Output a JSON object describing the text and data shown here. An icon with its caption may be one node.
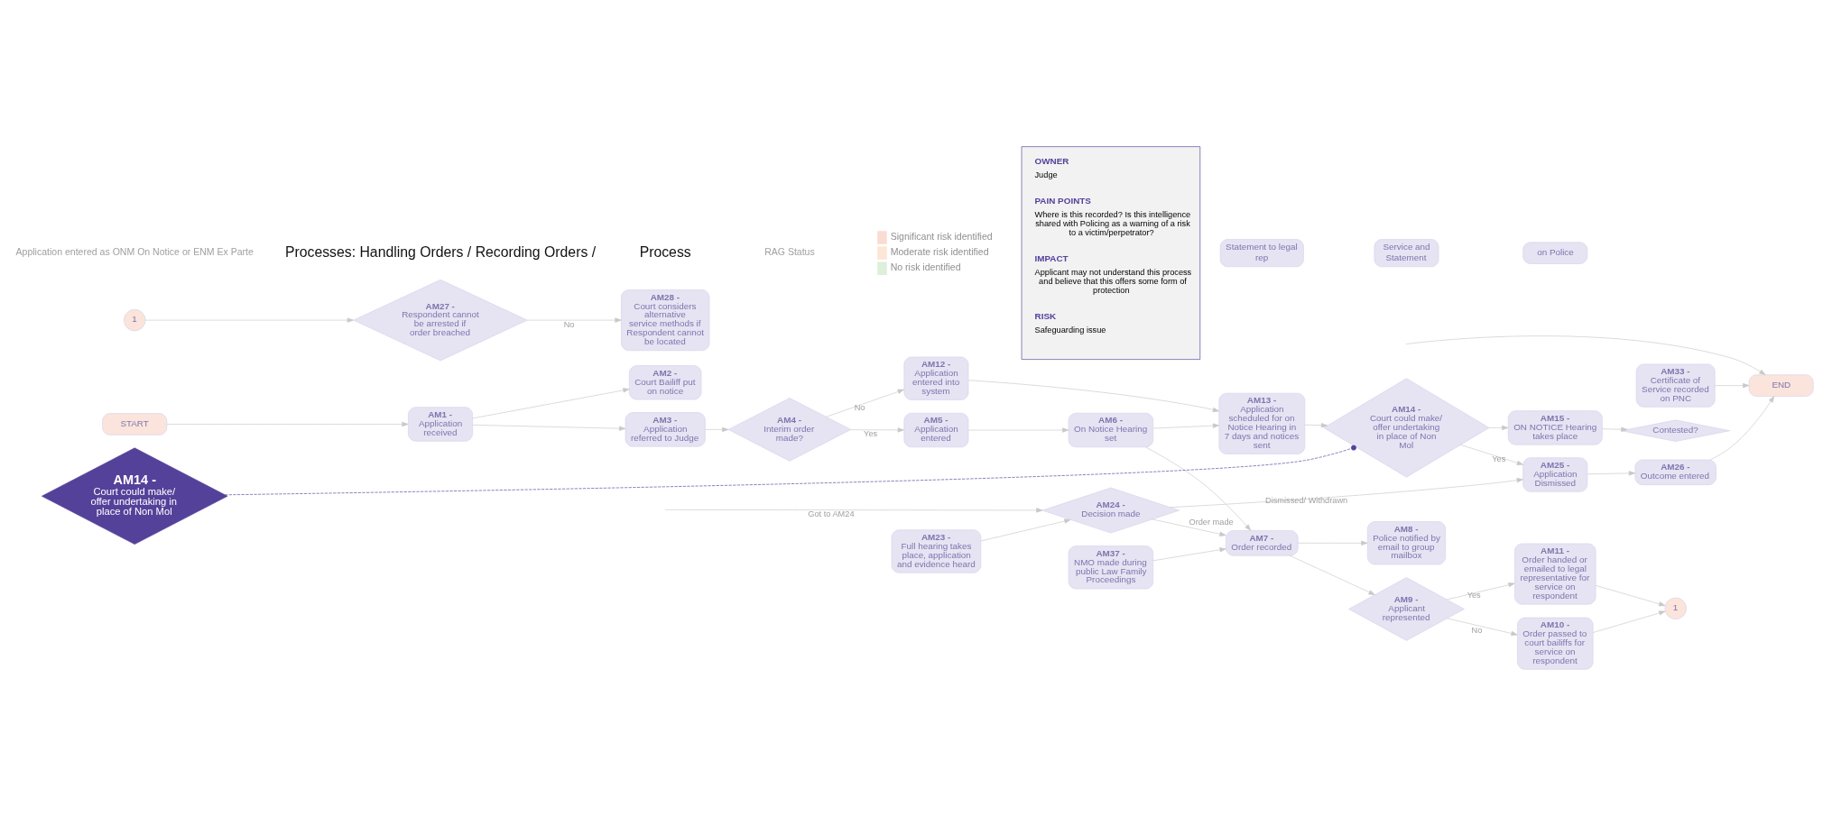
{
  "diagram": {
    "nodes": [
      {
        "text": [
          "START"
        ]
      },
      {
        "text": [
          "AM2 -",
          "Court Bailiff put on notice"
        ]
      },
      {
        "text": [
          "AM1 -",
          "Application received"
        ]
      },
      {
        "text": [
          "AM3 -",
          "Application referred to Judge"
        ]
      },
      {
        "text": [
          "AM4 -",
          "Interim order made?"
        ]
      },
      {
        "text": [
          "AM5 -",
          "Application entered"
        ]
      },
      {
        "text": [
          "AM6 -",
          "On Notice Hearing set"
        ]
      },
      {
        "text": [
          "AM12 -",
          "Application entered into system"
        ]
      },
      {
        "text": [
          "AM13 -",
          "Application scheduled for on Notice Hearing in 7 days and notices sent"
        ]
      },
      {
        "text": [
          "AM14 -",
          "Court could make/ offer undertaking in place of Non Mol"
        ]
      },
      {
        "text": [
          "AM15 -",
          "ON NOTICE Hearing takes place"
        ]
      },
      {
        "text": [
          "Contested?"
        ]
      },
      {
        "text": [
          "AM37 -",
          "NMO made during public Law Family Proceedings"
        ]
      },
      {
        "text": [
          "AM7 -",
          "Order recorded"
        ]
      },
      {
        "text": [
          "AM9 -",
          "Applicant represented"
        ]
      },
      {
        "text": [
          "AM11 -",
          "Order handed or emailed to legal representative for service on respondent"
        ]
      },
      {
        "text": [
          "AM8 -",
          "Police notified by email to group mailbox"
        ]
      },
      {
        "text": [
          "AM10 -",
          "Order passed to court bailiffs for service on respondent"
        ]
      },
      {
        "text": [
          "1"
        ]
      },
      {
        "text": [
          "AM23 -",
          "Full hearing takes place, application and evidence heard"
        ]
      },
      {
        "text": [
          "AM24 -",
          "Decision made"
        ]
      },
      {
        "text": [
          "AM25 -",
          "Application Dismissed"
        ]
      },
      {
        "text": [
          "AM26 -",
          "Outcome entered"
        ]
      },
      {
        "text": [
          "AM33 -",
          "Certificate of Service recorded on PNC"
        ]
      },
      {
        "text": [
          "END"
        ]
      },
      {
        "text": [
          "AM28 -",
          "Court considers alternative service methods if Respondent cannot be located"
        ]
      },
      {
        "text": [
          "AM27 -",
          "Respondent cannot be arrested if order breached"
        ]
      },
      {
        "text": [
          "1"
        ]
      },
      {
        "text": [
          "AM14 -",
          "Court could make/ offer undertaking in place of Non Mol"
        ]
      },
      {
        "text": [
          "OWNER",
          "Judge",
          "PAIN POINTS",
          "Where is this recorded? Is this intelligence shared with Policing as a warning of a risk to a victim/perpetrator?",
          "IMPACT",
          "Applicant may not understand this process and believe that this offers some form of protection",
          "RISK",
          "Safeguarding issue"
        ]
      },
      {
        "text": [
          "Statement to legal rep"
        ]
      },
      {
        "text": [
          "Service and Statement"
        ]
      },
      {
        "text": [
          "on Police"
        ]
      }
    ],
    "edges": [
      {
        "from": 0,
        "to": 2,
        "arrow": "to"
      },
      {
        "from": 2,
        "to": 1,
        "arrow": "to"
      },
      {
        "from": 2,
        "to": 3,
        "arrow": "to"
      },
      {
        "from": 3,
        "to": 4,
        "arrow": "to"
      },
      {
        "from": 4,
        "to": 5,
        "arrow": "to",
        "label": "Yes"
      },
      {
        "from": 4,
        "to": 7,
        "arrow": "to",
        "label": "No"
      },
      {
        "from": 5,
        "to": 6,
        "arrow": "to"
      },
      {
        "from": 6,
        "to": 8,
        "arrow": "to"
      },
      {
        "from": 7,
        "to": 8,
        "arrow": "to"
      },
      {
        "from": 8,
        "to": 9,
        "arrow": "to"
      },
      {
        "from": 9,
        "to": 10,
        "arrow": "to"
      },
      {
        "from": 10,
        "to": 11,
        "arrow": "to"
      },
      {
        "from": 9,
        "to": 21,
        "arrow": "to",
        "label": "Yes"
      },
      {
        "from": 6,
        "to": 13,
        "arrow": "to"
      },
      {
        "from": 12,
        "to": 13,
        "arrow": "to"
      },
      {
        "from": 13,
        "to": 14,
        "arrow": "to"
      },
      {
        "from": 13,
        "to": 16,
        "arrow": "to"
      },
      {
        "from": 14,
        "to": 15,
        "arrow": "to",
        "label": "Yes"
      },
      {
        "from": 14,
        "to": 17,
        "arrow": "to",
        "label": "No"
      },
      {
        "from": 15,
        "to": 18,
        "arrow": "to"
      },
      {
        "from": 17,
        "to": 18,
        "arrow": "to"
      },
      {
        "from": 19,
        "to": 20,
        "arrow": "to"
      },
      {
        "from": 20,
        "to": 13,
        "arrow": "to",
        "label": "Order made"
      },
      {
        "from": 20,
        "to": 21,
        "arrow": "to",
        "label": "Dismissed/ Withdrawn"
      },
      {
        "from": null,
        "to": 20,
        "arrow": "to",
        "label": "Got to AM24"
      },
      {
        "from": 21,
        "to": 22,
        "arrow": "to"
      },
      {
        "from": 22,
        "to": 24,
        "arrow": "to"
      },
      {
        "from": 23,
        "to": 24,
        "arrow": "to"
      },
      {
        "from": null,
        "to": 24,
        "arrow": "to"
      },
      {
        "from": 27,
        "to": 26,
        "arrow": "to"
      },
      {
        "from": 26,
        "to": 25,
        "arrow": "to",
        "label": "No"
      },
      {
        "from": 28,
        "to": 9,
        "arrow": "other",
        "style": "dashed",
        "color": "#54419a"
      }
    ],
    "labels": [
      "Application entered as ONM On Notice or ENM Ex Parte",
      "Processes: Handling Orders / Recording Orders /",
      "Process",
      "RAG Status"
    ],
    "legend": [
      {
        "text": "Significant risk identified",
        "color": "#fbdcd2"
      },
      {
        "text": "Moderate risk identified",
        "color": "#fde6d6"
      },
      {
        "text": "No risk identified",
        "color": "#ddf0da"
      }
    ]
  }
}
